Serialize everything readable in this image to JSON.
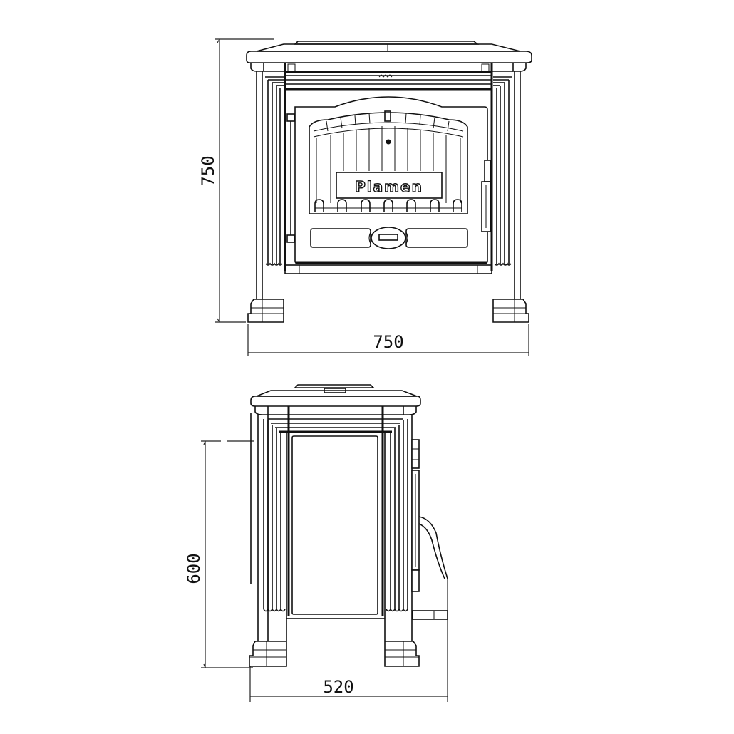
{
  "drawing": {
    "brand_plate": "Plamen",
    "front_view": {
      "height_dimension": "750",
      "width_dimension": "750"
    },
    "side_view": {
      "height_dimension": "600",
      "depth_dimension": "520"
    },
    "colors": {
      "line": "#111111",
      "background": "#ffffff"
    }
  }
}
